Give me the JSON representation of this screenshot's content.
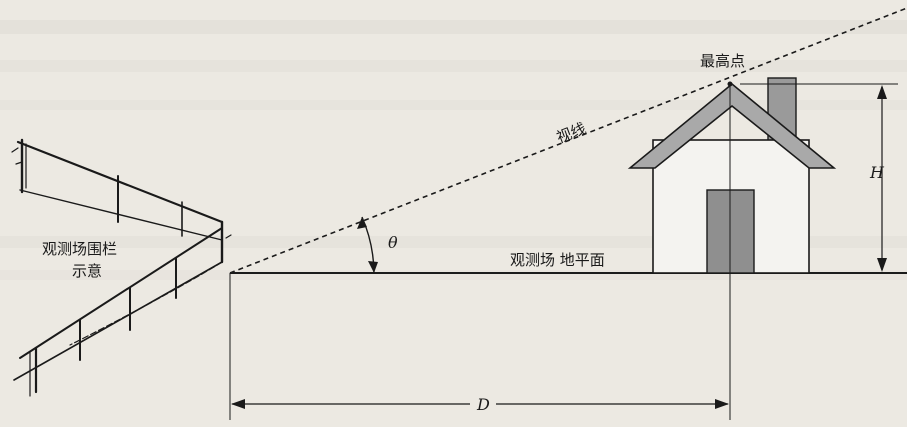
{
  "diagram": {
    "labels": {
      "highest_point": "最高点",
      "line_of_sight": "视线",
      "ground_plane": "观测场 地平面",
      "fence_line1": "观测场围栏",
      "fence_line2": "示意",
      "angle": "θ",
      "height": "H",
      "distance": "D"
    },
    "colors": {
      "background": "#ece9e2",
      "ink": "#1a1a1a",
      "roof": "#a9a9a9",
      "door": "#8f8f8f",
      "chimney": "#9a9a9a",
      "house_wall": "#f4f3f0"
    }
  }
}
